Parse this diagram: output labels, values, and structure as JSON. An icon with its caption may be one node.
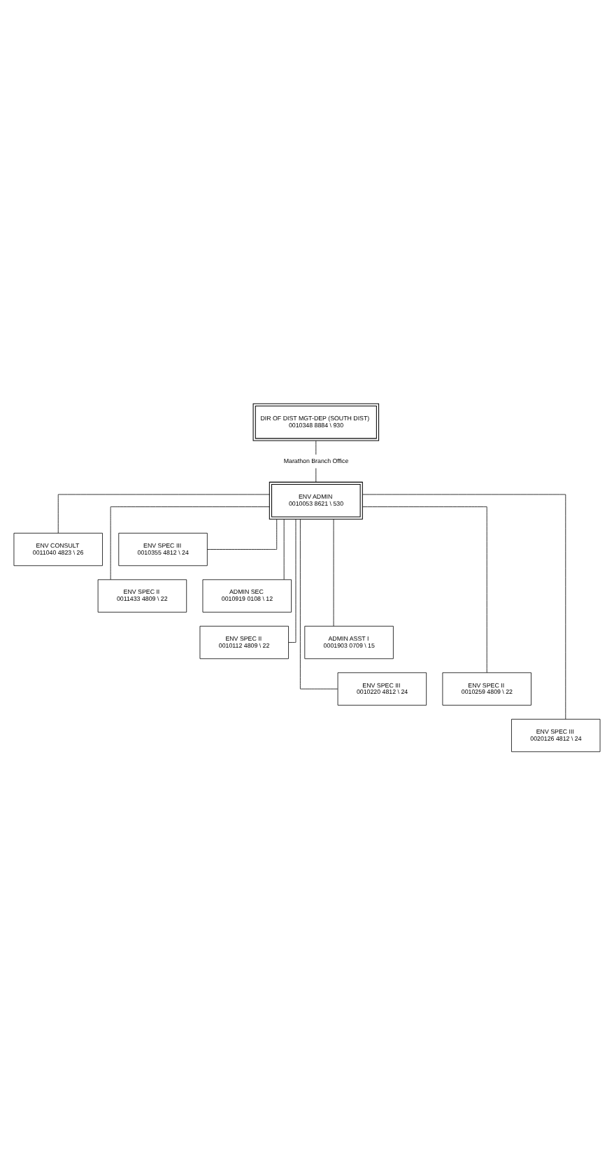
{
  "diagram": {
    "nodes": [
      {
        "text": [
          "DIR OF DIST MGT-DEP (SOUTH DIST)",
          "0010348 8884 \\ 930"
        ]
      },
      {
        "text": [
          "Marathon Branch Office"
        ]
      },
      {
        "text": [
          "ENV ADMIN",
          "0010053 8621 \\ 530"
        ]
      },
      {
        "text": [
          "ENV CONSULT",
          "0011040 4823 \\ 26"
        ]
      },
      {
        "text": [
          "ENV SPEC III",
          "0010355 4812 \\ 24"
        ]
      },
      {
        "text": [
          "ENV SPEC II",
          "0011433 4809 \\ 22"
        ]
      },
      {
        "text": [
          "ADMIN SEC",
          "0010919 0108 \\ 12"
        ]
      },
      {
        "text": [
          "ENV SPEC II",
          "0010112 4809 \\ 22"
        ]
      },
      {
        "text": [
          "ADMIN ASST I",
          "0001903 0709 \\ 15"
        ]
      },
      {
        "text": [
          "ENV SPEC III",
          "0010220 4812 \\ 24"
        ]
      },
      {
        "text": [
          "ENV SPEC II",
          "0010259 4809 \\ 22"
        ]
      },
      {
        "text": [
          "ENV SPEC III",
          "0020126 4812 \\ 24"
        ]
      }
    ],
    "edges": [
      {
        "from": 0,
        "to": 1,
        "arrow": "none"
      },
      {
        "from": 1,
        "to": 2,
        "arrow": "none"
      },
      {
        "from": 2,
        "to": 3,
        "arrow": "none"
      },
      {
        "from": 2,
        "to": 4,
        "arrow": "none"
      },
      {
        "from": 2,
        "to": 5,
        "arrow": "none"
      },
      {
        "from": 2,
        "to": 6,
        "arrow": "none"
      },
      {
        "from": 2,
        "to": 7,
        "arrow": "none"
      },
      {
        "from": 2,
        "to": 8,
        "arrow": "none"
      },
      {
        "from": 2,
        "to": 9,
        "arrow": "none"
      },
      {
        "from": 2,
        "to": 10,
        "arrow": "none"
      },
      {
        "from": 2,
        "to": 11,
        "arrow": "none"
      }
    ]
  }
}
